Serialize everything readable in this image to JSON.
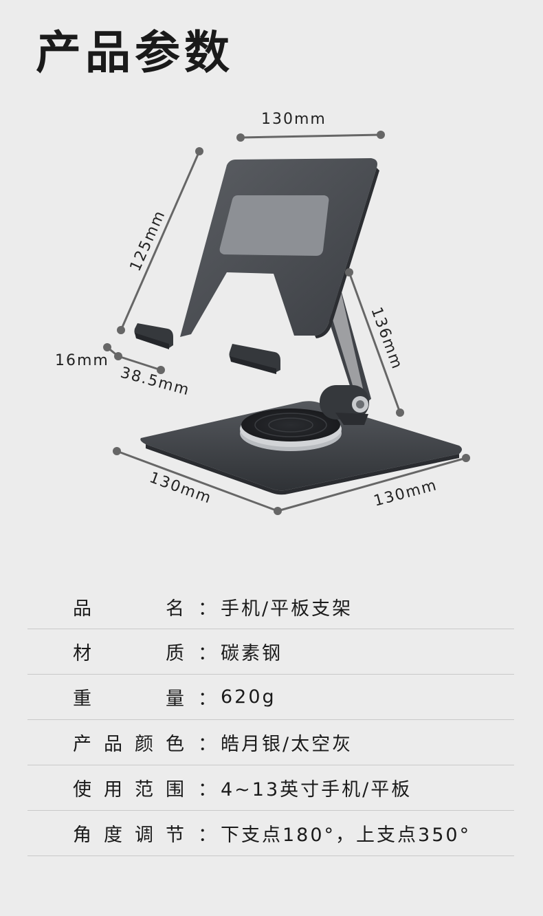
{
  "header": {
    "title": "产品参数"
  },
  "dimensions": {
    "top_width": "130mm",
    "height_upper": "125mm",
    "arm_length": "136mm",
    "lip_depth": "16mm",
    "lip_width": "38.5mm",
    "base_left": "130mm",
    "base_right": "130mm"
  },
  "colors": {
    "background": "#ececec",
    "metal": "#4a4d52",
    "dim_line": "#666666"
  },
  "specs": {
    "colon": "：",
    "rows": [
      {
        "key": "品名",
        "value": "手机/平板支架"
      },
      {
        "key": "材质",
        "value": "碳素钢"
      },
      {
        "key": "重量",
        "value": "620g"
      },
      {
        "key": "产品颜色",
        "value": "皓月银/太空灰"
      },
      {
        "key": "使用范围",
        "value": "4~13英寸手机/平板"
      },
      {
        "key": "角度调节",
        "value": "下支点180°，上支点350°"
      }
    ]
  }
}
